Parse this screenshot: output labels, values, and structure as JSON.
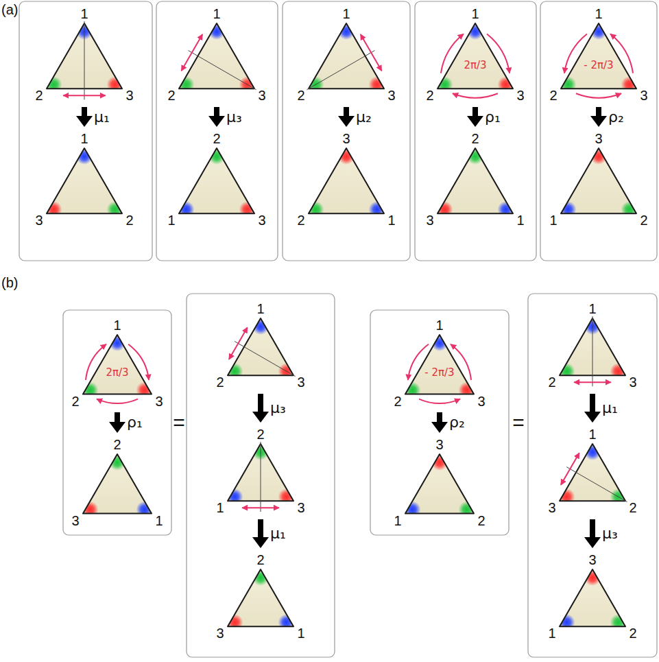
{
  "diagram": {
    "nodes": [
      {
        "text": [
          "1",
          "2",
          "3"
        ]
      },
      {
        "text": [
          "1",
          "3",
          "2"
        ]
      },
      {
        "text": [
          "1",
          "2",
          "3"
        ]
      },
      {
        "text": [
          "2",
          "1",
          "3"
        ]
      },
      {
        "text": [
          "1",
          "2",
          "3"
        ]
      },
      {
        "text": [
          "3",
          "2",
          "1"
        ]
      },
      {
        "text": [
          "1",
          "2",
          "3",
          "2π/3"
        ]
      },
      {
        "text": [
          "2",
          "3",
          "1"
        ]
      },
      {
        "text": [
          "1",
          "2",
          "3",
          "- 2π/3"
        ]
      },
      {
        "text": [
          "3",
          "1",
          "2"
        ]
      },
      {
        "text": [
          "1",
          "2",
          "3",
          "2π/3"
        ]
      },
      {
        "text": [
          "2",
          "3",
          "1"
        ]
      },
      {
        "text": [
          "1",
          "2",
          "3"
        ]
      },
      {
        "text": [
          "2",
          "1",
          "3"
        ]
      },
      {
        "text": [
          "2",
          "3",
          "1"
        ]
      },
      {
        "text": [
          "1",
          "2",
          "3",
          "- 2π/3"
        ]
      },
      {
        "text": [
          "3",
          "1",
          "2"
        ]
      },
      {
        "text": [
          "1",
          "2",
          "3"
        ]
      },
      {
        "text": [
          "1",
          "3",
          "2"
        ]
      },
      {
        "text": [
          "3",
          "1",
          "2"
        ]
      }
    ],
    "edges": [
      {
        "from": 0,
        "to": 1,
        "label": "μ₁",
        "arrow": "to"
      },
      {
        "from": 2,
        "to": 3,
        "label": "μ₃",
        "arrow": "to"
      },
      {
        "from": 4,
        "to": 5,
        "label": "μ₂",
        "arrow": "to"
      },
      {
        "from": 6,
        "to": 7,
        "label": "ρ₁",
        "arrow": "to"
      },
      {
        "from": 8,
        "to": 9,
        "label": "ρ₂",
        "arrow": "to"
      },
      {
        "from": 10,
        "to": 11,
        "label": "ρ₁",
        "arrow": "to"
      },
      {
        "from": 12,
        "to": 13,
        "label": "μ₃",
        "arrow": "to"
      },
      {
        "from": 13,
        "to": 14,
        "label": "μ₁",
        "arrow": "to"
      },
      {
        "from": 15,
        "to": 16,
        "label": "ρ₂",
        "arrow": "to"
      },
      {
        "from": 17,
        "to": 18,
        "label": "μ₁",
        "arrow": "to"
      },
      {
        "from": 18,
        "to": 19,
        "label": "μ₃",
        "arrow": "to"
      }
    ],
    "labels": [
      "(a)",
      "(b)",
      "=",
      "="
    ]
  }
}
